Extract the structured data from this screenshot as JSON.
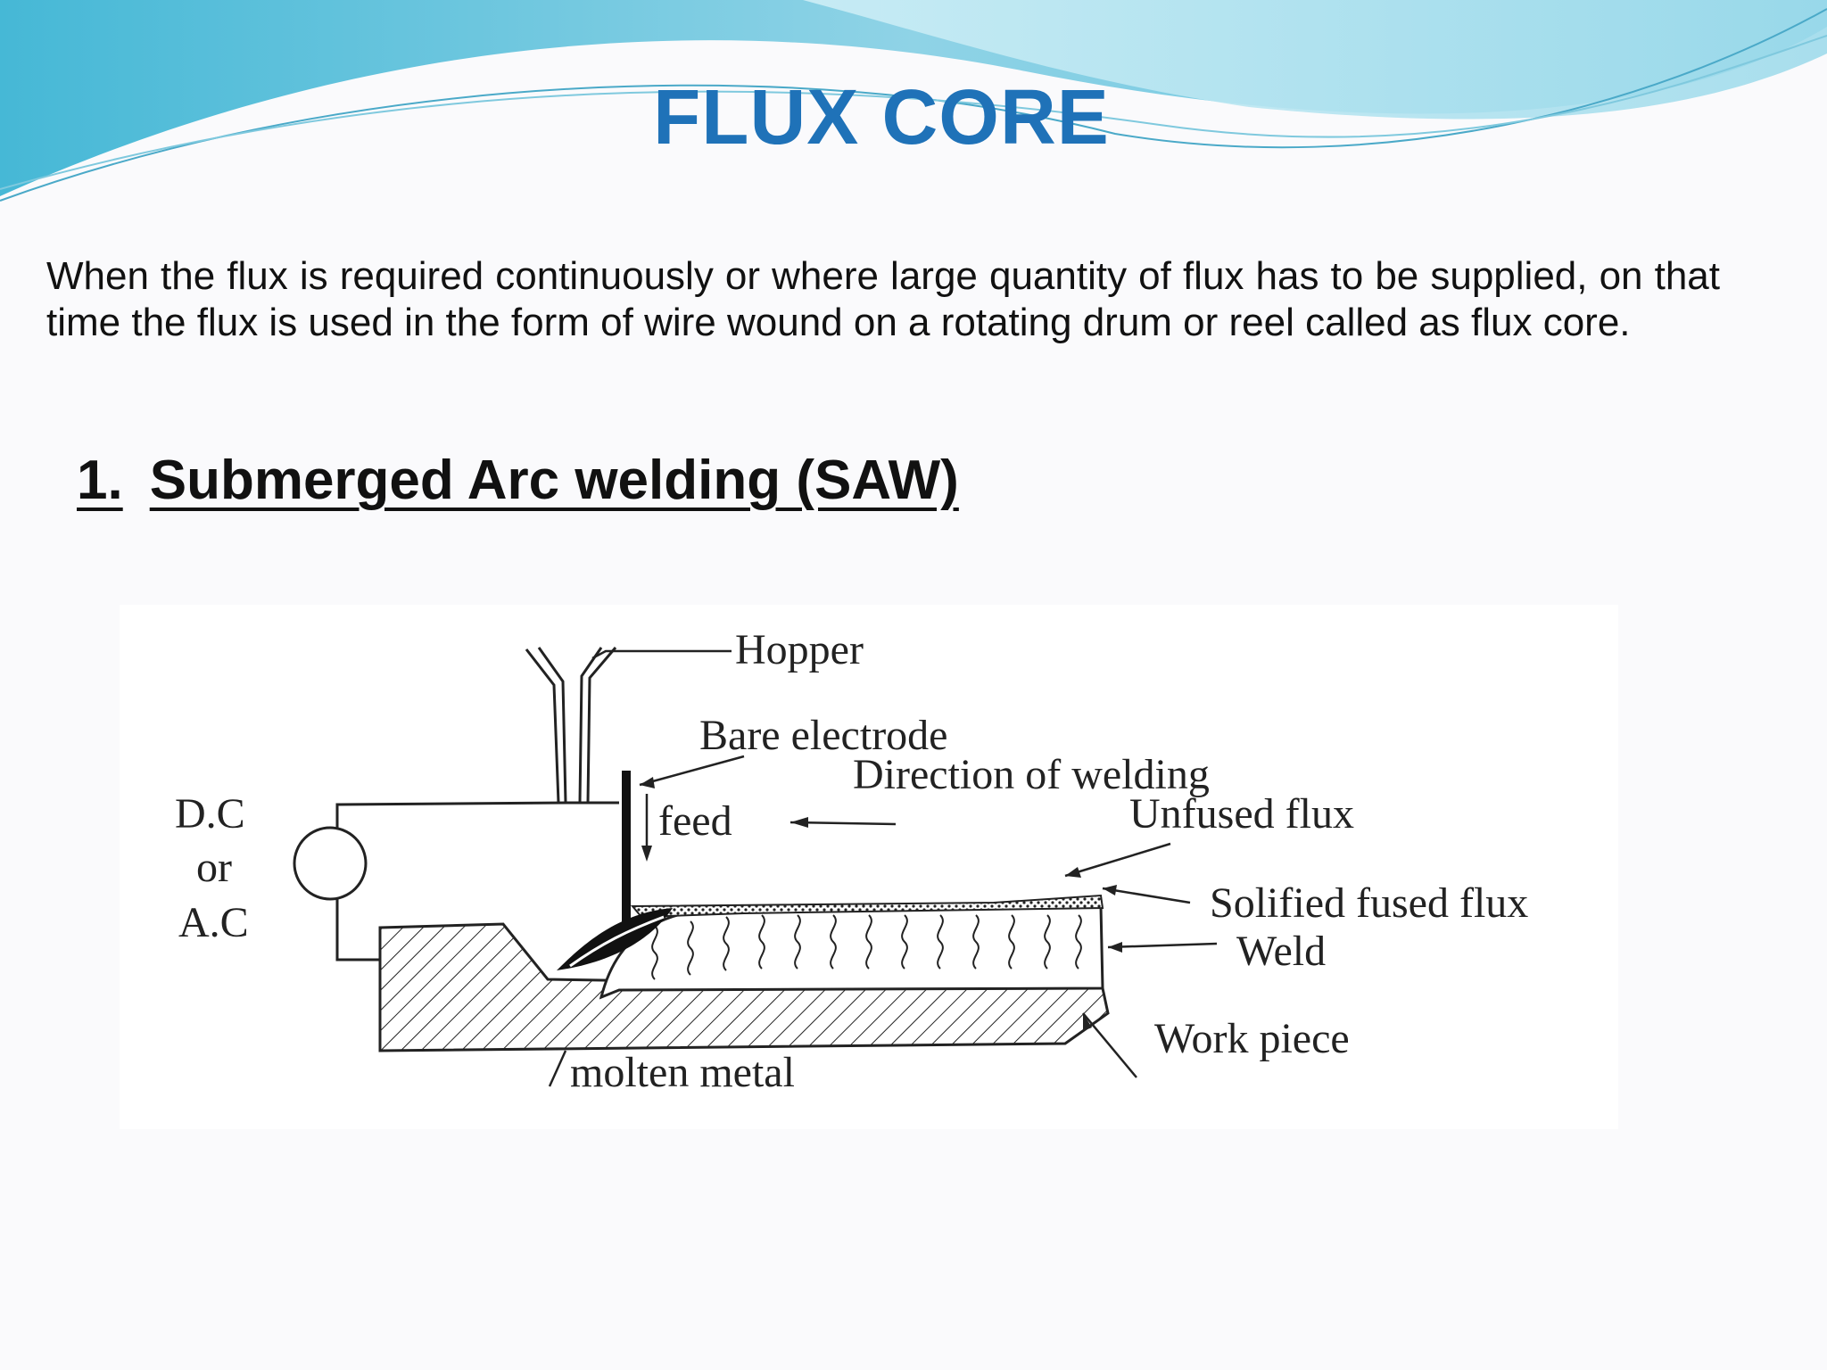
{
  "slide": {
    "title": "FLUX CORE",
    "paragraph": "When the flux is required continuously or where large quantity of flux has to be supplied, on that time the flux is used in the form of wire wound on a rotating drum or reel called as flux core.",
    "section": {
      "number": "1.",
      "title": "Submerged Arc welding (SAW)"
    }
  },
  "diagram": {
    "labels": {
      "hopper": "Hopper",
      "bare_electrode": "Bare electrode",
      "direction": "Direction of welding",
      "feed": "feed",
      "unfused_flux": "Unfused flux",
      "solidified_flux": "Solified fused flux",
      "weld": "Weld",
      "work_piece": "Work piece",
      "molten_metal": "molten metal",
      "power_dc": "D.C",
      "power_or": "or",
      "power_ac": "A.C"
    }
  },
  "colors": {
    "title": "#1f72b8",
    "wave_dark": "#5fc1d9",
    "wave_light": "#b8e4ef",
    "text": "#111111"
  }
}
